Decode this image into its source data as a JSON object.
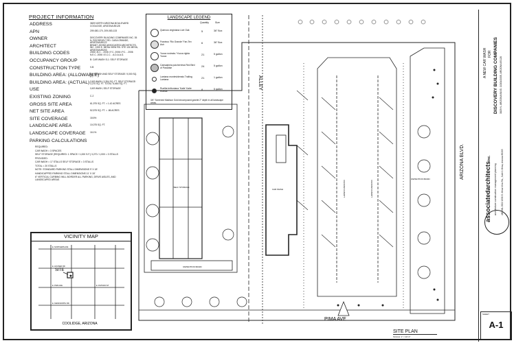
{
  "project_info": {
    "header": "PROJECT INFORMATION",
    "rows": [
      {
        "label": "ADDRESS",
        "value": "3829 NORTH ARIZONA BOULEVARD COOLIDGE, ARIZONA 85128"
      },
      {
        "label": "APN",
        "value": "209-083-170, 209-083-133"
      },
      {
        "label": "OWNER",
        "value": "DISCOVERY BUILDING COMPANIES INC. 35 N. ROOSEVELT RD. CASA GRANDE, ARIZONA 85122"
      },
      {
        "label": "ARCHITECT",
        "value": "BRANT JOHNS ASSOCIATED ARCHITECTS, INC. 1330 E. MESA VIEW RD. STE 101 MESA, ARIZONA 85203"
      },
      {
        "label": "BUILDING CODES",
        "value": "2006 I.B.C. - 2006 I.F.C. 2006 I.P.C. - 2006 N.E.C. 2006 I.E.C.C. - A.D.A.A.G."
      },
      {
        "label": "OCCUPANCY GROUP",
        "value": "B: CAR WASH  S-1: SELF STORAGE"
      },
      {
        "label": "CONSTRUCTION TYPE",
        "value": "V-B"
      },
      {
        "label": "BUILDING AREA: (ALLOWABLE)",
        "value": "CAR WASH AND SELF STORAGE: 9,000 SQ. FT."
      },
      {
        "label": "BUILDING AREA: (ACTUAL)",
        "value": "CAR WASH: 3,394 SQ. FT.  SELF STORAGE: 3,270 SQ. FT.  TOTAL: 6,664 SQ. FT."
      },
      {
        "label": "USE",
        "value": "CAR WASH, SELF STORAGE"
      },
      {
        "label": "EXISTING ZONING",
        "value": "C-2"
      },
      {
        "label": "GROSS SITE AREA",
        "value": "61,975 SQ. FT. = 1.42 ACRES"
      },
      {
        "label": "NET SITE AREA",
        "value": "52,575 SQ. FT. = .86 ACRES"
      },
      {
        "label": "SITE COVERAGE",
        "value": "18.6%"
      },
      {
        "label": "LANDSCAPE AREA",
        "value": "10,075 SQ. FT."
      },
      {
        "label": "LANDSCAPE COVERAGE",
        "value": "18.1%"
      },
      {
        "label": "PARKING CALCULATIONS",
        "value": ""
      }
    ],
    "parking_lines": [
      "REQUIRED:",
      "CAR WASH = 3 SPACES",
      "SELF STORAGE (REQUIRED: 1 SPACE / 1,000 S.F.) 3,270 / 1,000 = 3 STALLS",
      "PROVIDED:",
      "CAR WASH = 17 STALLS    SELF STORAGE = 3 STALLS",
      "TOTAL = 20 STALLS",
      "NOTE: STANDARD PARKING STALL DIMENSIONS 9' X 18'",
      "HANDICAPPED PARKING STALL DIMENSIONS 11' X 18'",
      "6\" VERTICAL CURBING WILL BORDER ALL PARKING, DRIVE AISLES, AND LANDSCAPED AREAS"
    ]
  },
  "landscape_legend": {
    "title": "LANDSCAPE LEGEND",
    "col_quantity": "Quantity",
    "col_size": "Size",
    "rows": [
      {
        "name": "Quercus virginiana Live Oak",
        "qty": "5",
        "size": "36\" Box"
      },
      {
        "name": "Fraxinus 'Rio Grande' Fan-Tex Ash",
        "qty": "6",
        "size": "36\" Box"
      },
      {
        "name": "Yucca rostrata / Yucca rigida Yucca",
        "qty": "21",
        "size": "5 gallon"
      },
      {
        "name": "Caesalpinia pulcherrima Red Bird of Paradise",
        "qty": "24",
        "size": "5 gallon"
      },
      {
        "name": "Lantana montevidensis Trailing Lantana",
        "qty": "21",
        "size": "1 gallon"
      },
      {
        "name": "Ruellia brittoniana 'Katie' Katie Ruellia",
        "qty": "8",
        "size": "5 gallon"
      }
    ],
    "note": "3/4\" Screened Madison Gold decomposed granite 2\" depth in all landscape areas."
  },
  "vicinity_map": {
    "title": "VICINITY MAP",
    "site_label": "SITE",
    "city_label": "COOLIDGE, ARIZONA",
    "roads": [
      "E. NORTHERN AVE",
      "E. HOUSER RD",
      "E. PIMA AVE",
      "E. KENILWORTH RD",
      "E. DIVISION ST"
    ]
  },
  "plan": {
    "sheet_title": "SITE PLAN",
    "scale": "SCALE: 1\" = 20'-0\"",
    "alley": "ALLEY",
    "street_bottom": "PIMA AVE",
    "street_right": "ARIZONA BLVD.",
    "self_storage": "SELF STORAGE",
    "car_wash": "CAR WASH",
    "retention_basin": "RETENTION BASIN",
    "vacuum_canopy": "VACUUM CANOPY"
  },
  "title_block": {
    "project_line1": "A NEW CAR WASH",
    "project_line2": "FOR",
    "client": "DISCOVERY BUILDING COMPANIES",
    "client_address": "3829 N. ARIZONA BLVD. COOLIDGE, ARIZONA 85128",
    "firm": "associatedarchitects",
    "firm_suffix": "inc.",
    "firm_tagline": "architecture  construction management  planning",
    "firm_contact": "480-961-3322  1330 E. Mesa View Rd., Suite 1  Mesa, Arizona 85203",
    "sheet_label": "SHEET",
    "sheet_number": "A-1"
  }
}
